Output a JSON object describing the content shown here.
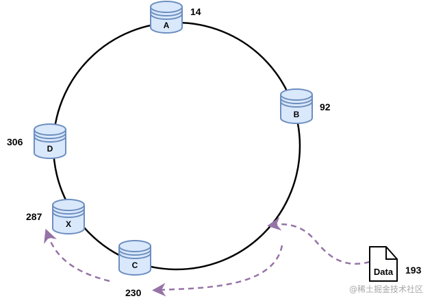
{
  "colors": {
    "ring": "#000000",
    "node_fill": "#dae8fc",
    "node_stroke": "#6c8ebf",
    "arrow": "#9673a6"
  },
  "nodes": [
    {
      "id": "A",
      "label": "A",
      "position": "14"
    },
    {
      "id": "B",
      "label": "B",
      "position": "92"
    },
    {
      "id": "D",
      "label": "D",
      "position": "306"
    },
    {
      "id": "X",
      "label": "X",
      "position": "287"
    },
    {
      "id": "C",
      "label": "C",
      "position": "230"
    }
  ],
  "data_item": {
    "label": "Data",
    "position": "193",
    "icon": "document-icon"
  },
  "watermark": "@稀土掘金技术社区"
}
